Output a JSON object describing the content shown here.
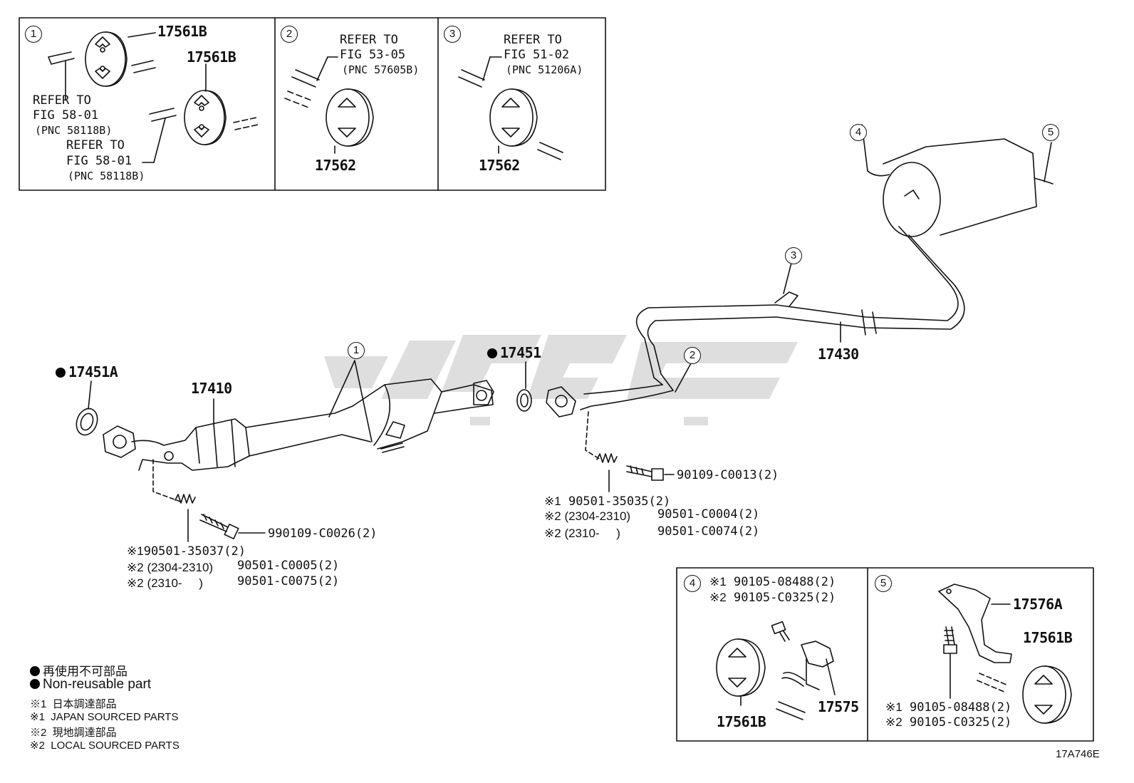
{
  "callouts": [
    "1",
    "2",
    "3",
    "4",
    "5"
  ],
  "box1": {
    "part_top": "17561B",
    "part_mid": "17561B",
    "refer_a": [
      "REFER TO",
      "FIG 58-01",
      "(PNC 58118B)"
    ],
    "refer_b": [
      "REFER TO",
      "FIG 58-01",
      "(PNC 58118B)"
    ]
  },
  "box2": {
    "refer": [
      "REFER TO",
      "FIG 53-05",
      "(PNC 57605B)"
    ],
    "part": "17562"
  },
  "box3": {
    "refer": [
      "REFER TO",
      "FIG 51-02",
      "(PNC 51206A)"
    ],
    "part": "17562"
  },
  "main": {
    "gasket_front": "17451A",
    "front_pipe": "17410",
    "gasket_center": "17451",
    "tail_pipe": "17430",
    "bolt_front": "990109-C0026(2)",
    "bolt_center": "90109-C0013(2)",
    "spring_front": [
      {
        "tag": "※1",
        "range": "",
        "pn": "90501-35037(2)"
      },
      {
        "tag": "※2",
        "range": "(2304-2310)",
        "pn": "90501-C0005(2)"
      },
      {
        "tag": "※2",
        "range": "(2310-     )",
        "pn": "90501-C0075(2)"
      }
    ],
    "spring_center": [
      {
        "tag": "※1",
        "range": "",
        "pn": "90501-35035(2)"
      },
      {
        "tag": "※2",
        "range": "(2304-2310)",
        "pn": "90501-C0004(2)"
      },
      {
        "tag": "※2",
        "range": "(2310-     )",
        "pn": "90501-C0074(2)"
      }
    ]
  },
  "box4": {
    "bolt": [
      {
        "tag": "※1",
        "pn": "90105-08488(2)"
      },
      {
        "tag": "※2",
        "pn": "90105-C0325(2)"
      }
    ],
    "part_a": "17561B",
    "part_b": "17575"
  },
  "box5": {
    "part_a": "17576A",
    "part_b": "17561B",
    "bolt": [
      {
        "tag": "※1",
        "pn": "90105-08488(2)"
      },
      {
        "tag": "※2",
        "pn": "90105-C0325(2)"
      }
    ]
  },
  "legend": {
    "line1": "再使用不可部品",
    "line2": "Non-reusable part",
    "line3": "※1  日本調達部品",
    "line4": "※1  JAPAN SOURCED PARTS",
    "line5": "※2  現地調達部品",
    "line6": "※2  LOCAL SOURCED PARTS"
  },
  "figure_code": "17A746E"
}
